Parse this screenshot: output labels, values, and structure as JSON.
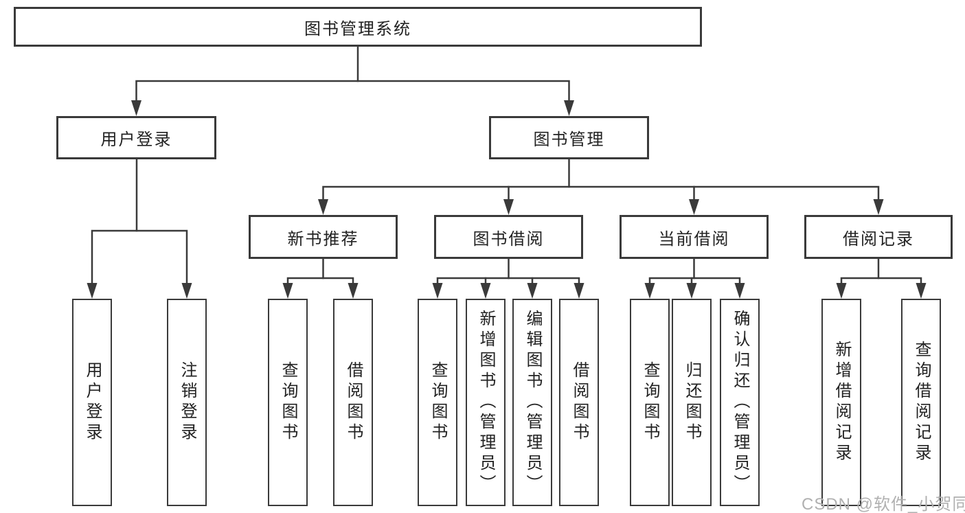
{
  "colors": {
    "line": "#3a3a3a",
    "text": "#222222",
    "box_background": "#ffffff",
    "watermark": "#b0b0b0"
  },
  "watermark": "CSDN @软件_小贺同学",
  "tree": {
    "root": {
      "label": "图书管理系统"
    },
    "children": [
      {
        "label": "用户登录",
        "children": [
          {
            "label": "用户登录"
          },
          {
            "label": "注销登录"
          }
        ]
      },
      {
        "label": "图书管理",
        "children": [
          {
            "label": "新书推荐",
            "children": [
              {
                "label": "查询图书"
              },
              {
                "label": "借阅图书"
              }
            ]
          },
          {
            "label": "图书借阅",
            "children": [
              {
                "label": "查询图书"
              },
              {
                "label": "新增图书（管理员）"
              },
              {
                "label": "编辑图书（管理员）"
              },
              {
                "label": "借阅图书"
              }
            ]
          },
          {
            "label": "当前借阅",
            "children": [
              {
                "label": "查询图书"
              },
              {
                "label": "归还图书"
              },
              {
                "label": "确认归还（管理员）"
              }
            ]
          },
          {
            "label": "借阅记录",
            "children": [
              {
                "label": "新增借阅记录"
              },
              {
                "label": "查询借阅记录"
              }
            ]
          }
        ]
      }
    ]
  }
}
